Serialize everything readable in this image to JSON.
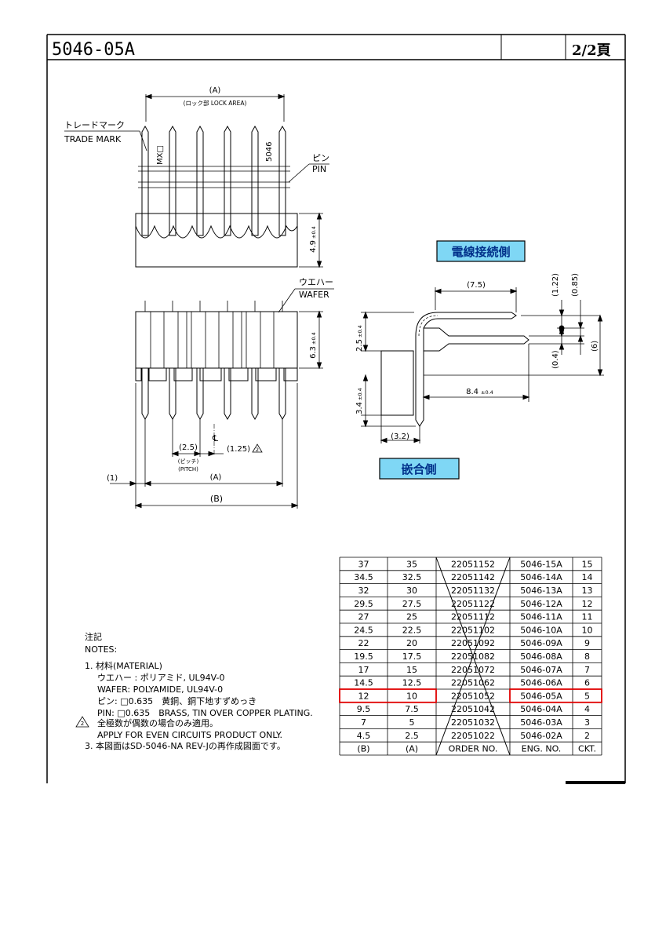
{
  "header": {
    "part_number": "5046-05A",
    "page": "2/2頁"
  },
  "top_view": {
    "dim_a": "(A)",
    "lock_area": "(ロック部 LOCK AREA)",
    "trade_mark_jp": "トレードマーク",
    "trade_mark_en": "TRADE MARK",
    "mx_mark": "MX□",
    "part_mark": "5046",
    "pin_jp": "ピン",
    "pin_en": "PIN",
    "height_dim": "4.9",
    "height_tol": "±0.4"
  },
  "front_view": {
    "wafer_jp": "ウエハー",
    "wafer_en": "WAFER",
    "height_dim": "6.3",
    "height_tol": "±0.4",
    "pitch_dim": "(2.5)",
    "pitch_jp": "(ピッチ)",
    "pitch_en": "(PITCH)",
    "center_mark": "℄",
    "offset_dim": "(1.25)",
    "note_mark": "2",
    "edge_dim": "(1)",
    "dim_a": "(A)",
    "dim_b": "(B)"
  },
  "side_view": {
    "wire_side_label": "電線接続側",
    "mating_side_label": "嵌合側",
    "dim_7_5": "(7.5)",
    "dim_1_22": "(1.22)",
    "dim_0_85": "(0.85)",
    "dim_0_4": "(0.4)",
    "dim_6": "(6)",
    "dim_2_5": "2.5",
    "dim_2_5_tol": "±0.4",
    "dim_8_4": "8.4",
    "dim_8_4_tol": "±0.4",
    "dim_3_4": "3.4",
    "dim_3_4_tol": "±0.4",
    "dim_3_2": "(3.2)"
  },
  "notes": {
    "title_jp": "注記",
    "title_en": "NOTES:",
    "lines": [
      "1.  材料(MATERIAL)",
      "ウエハー : ポリアミド, UL94V-0",
      "WAFER: POLYAMIDE, UL94V-0",
      "ピン: □0.635　黄銅、銅下地すずめっき",
      "PIN: □0.635　BRASS, TIN OVER COPPER PLATING.",
      "全極数が偶数の場合のみ適用。",
      "APPLY FOR EVEN CIRCUITS PRODUCT ONLY.",
      "3.  本図面はSD-5046-NA REV-Jの再作成図面です。"
    ],
    "note2_mark": "2"
  },
  "table": {
    "headers": [
      "(B)",
      "(A)",
      "ORDER NO.",
      "ENG. NO.",
      "CKT."
    ],
    "rows": [
      [
        "37",
        "35",
        "22051152",
        "5046-15A",
        "15"
      ],
      [
        "34.5",
        "32.5",
        "22051142",
        "5046-14A",
        "14"
      ],
      [
        "32",
        "30",
        "22051132",
        "5046-13A",
        "13"
      ],
      [
        "29.5",
        "27.5",
        "22051122",
        "5046-12A",
        "12"
      ],
      [
        "27",
        "25",
        "22051112",
        "5046-11A",
        "11"
      ],
      [
        "24.5",
        "22.5",
        "22051102",
        "5046-10A",
        "10"
      ],
      [
        "22",
        "20",
        "22051092",
        "5046-09A",
        "9"
      ],
      [
        "19.5",
        "17.5",
        "22051082",
        "5046-08A",
        "8"
      ],
      [
        "17",
        "15",
        "22051072",
        "5046-07A",
        "7"
      ],
      [
        "14.5",
        "12.5",
        "22051062",
        "5046-06A",
        "6"
      ],
      [
        "12",
        "10",
        "22051052",
        "5046-05A",
        "5"
      ],
      [
        "9.5",
        "7.5",
        "22051042",
        "5046-04A",
        "4"
      ],
      [
        "7",
        "5",
        "22051032",
        "5046-03A",
        "3"
      ],
      [
        "4.5",
        "2.5",
        "22051022",
        "5046-02A",
        "2"
      ]
    ],
    "highlight_row": 10,
    "highlight_color": "#e00000",
    "label_box_color": "#7fd7f5"
  }
}
